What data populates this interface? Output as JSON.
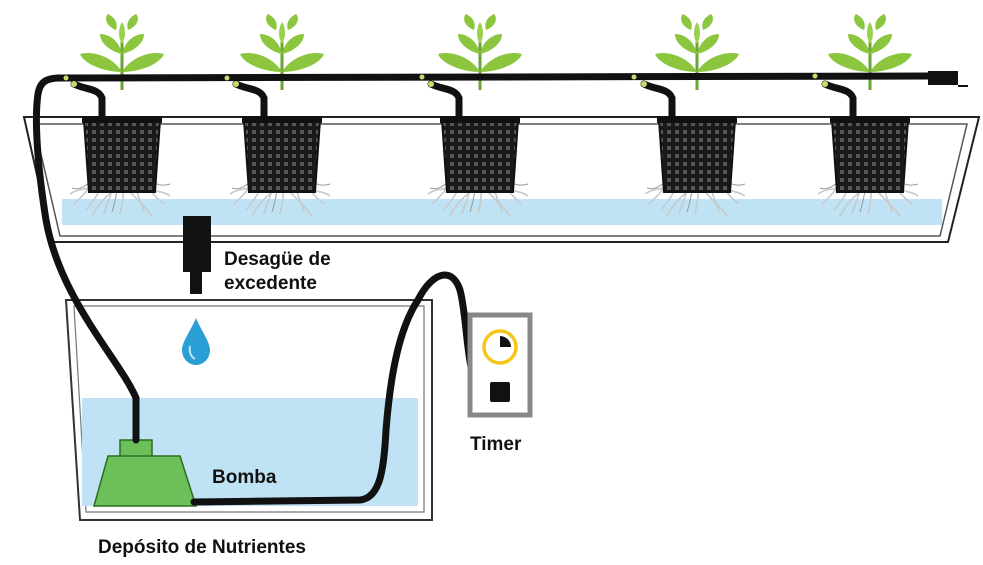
{
  "labels": {
    "drain": "Desagüe de excedente",
    "pump": "Bomba",
    "timer": "Timer",
    "tank": "Depósito de Nutrientes"
  },
  "colors": {
    "water": "#bfe3f5",
    "pump": "#6cc05a",
    "leaf": "#8cc63f",
    "tube": "#111111",
    "timer_accent": "#f5c518",
    "timer_frame": "#888888",
    "droplet": "#2a9fd6"
  },
  "icons": {
    "droplet": "water-drop-icon",
    "timer": "clock-icon",
    "plant": "seedling-icon"
  }
}
